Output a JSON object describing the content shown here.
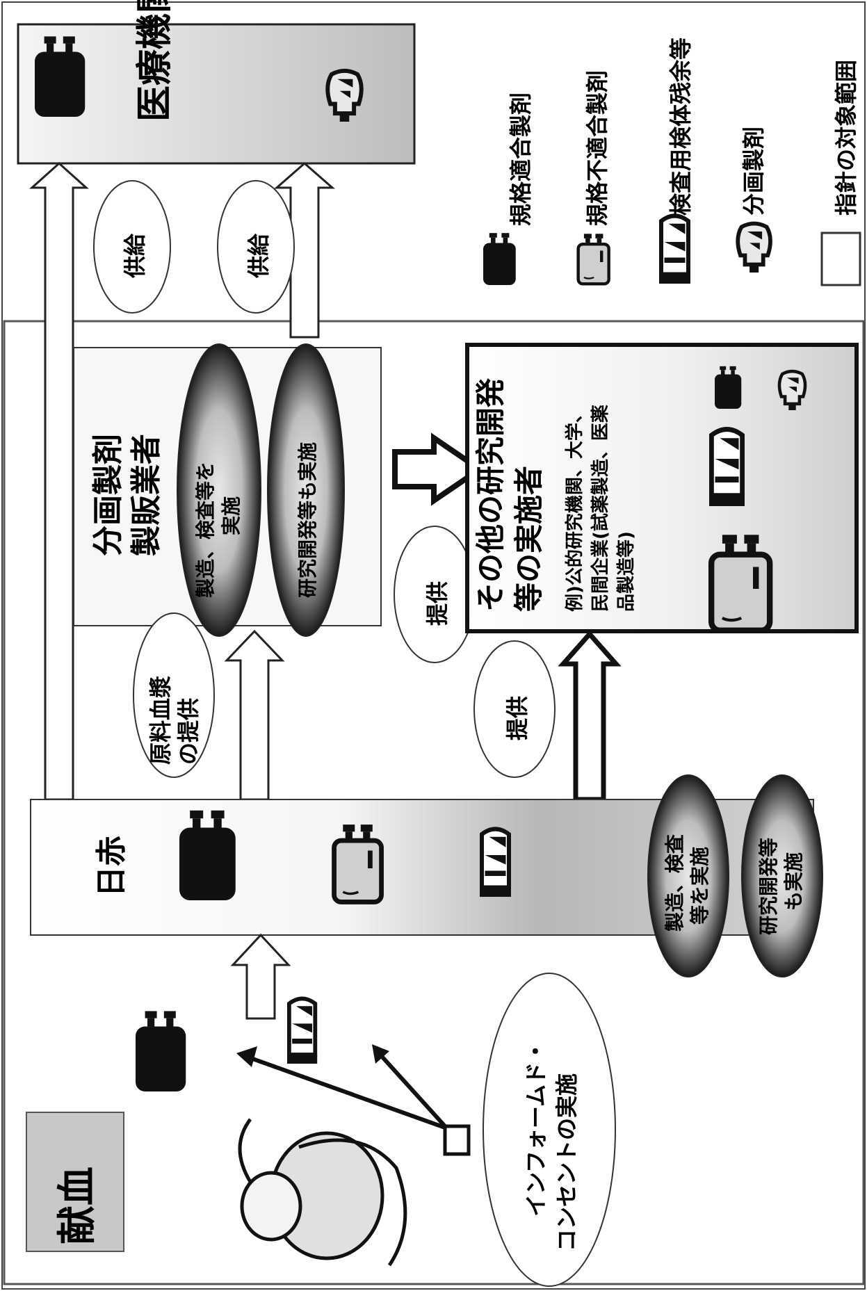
{
  "labels": {
    "kenketsu": "献血",
    "medical_institution": "医療機関",
    "supply_1": "供給",
    "supply_2": "供給",
    "fractionation_maker": "分画製剤製販業者",
    "fract_manufacture": "製造、検査等を実施",
    "fract_research": "研究開発等も実施",
    "provide_raw_plasma": "原料血漿の提供",
    "provide_1": "提供",
    "provide_2": "提供",
    "other_researchers": "その他の研究開発等の実施者",
    "other_examples": "例)公的研究機関、大学、民間企業(試薬製造、医薬品製造等)",
    "nisseki": "日赤",
    "nisseki_manufacture": "製造、検査等を実施",
    "nisseki_research": "研究開発等も実施",
    "informed_consent": "インフォームド・コンセントの実施"
  },
  "legend": {
    "items": [
      {
        "icon": "conforming-blood-bag-icon",
        "label": "規格適合製剤"
      },
      {
        "icon": "nonconforming-blood-bag-icon",
        "label": "規格不適合製剤"
      },
      {
        "icon": "test-tube-icon",
        "label": "検査用検体残余等"
      },
      {
        "icon": "fraction-bottle-icon",
        "label": "分画製剤"
      },
      {
        "icon": "scope-box-icon",
        "label": "指針の対象範囲"
      }
    ]
  }
}
